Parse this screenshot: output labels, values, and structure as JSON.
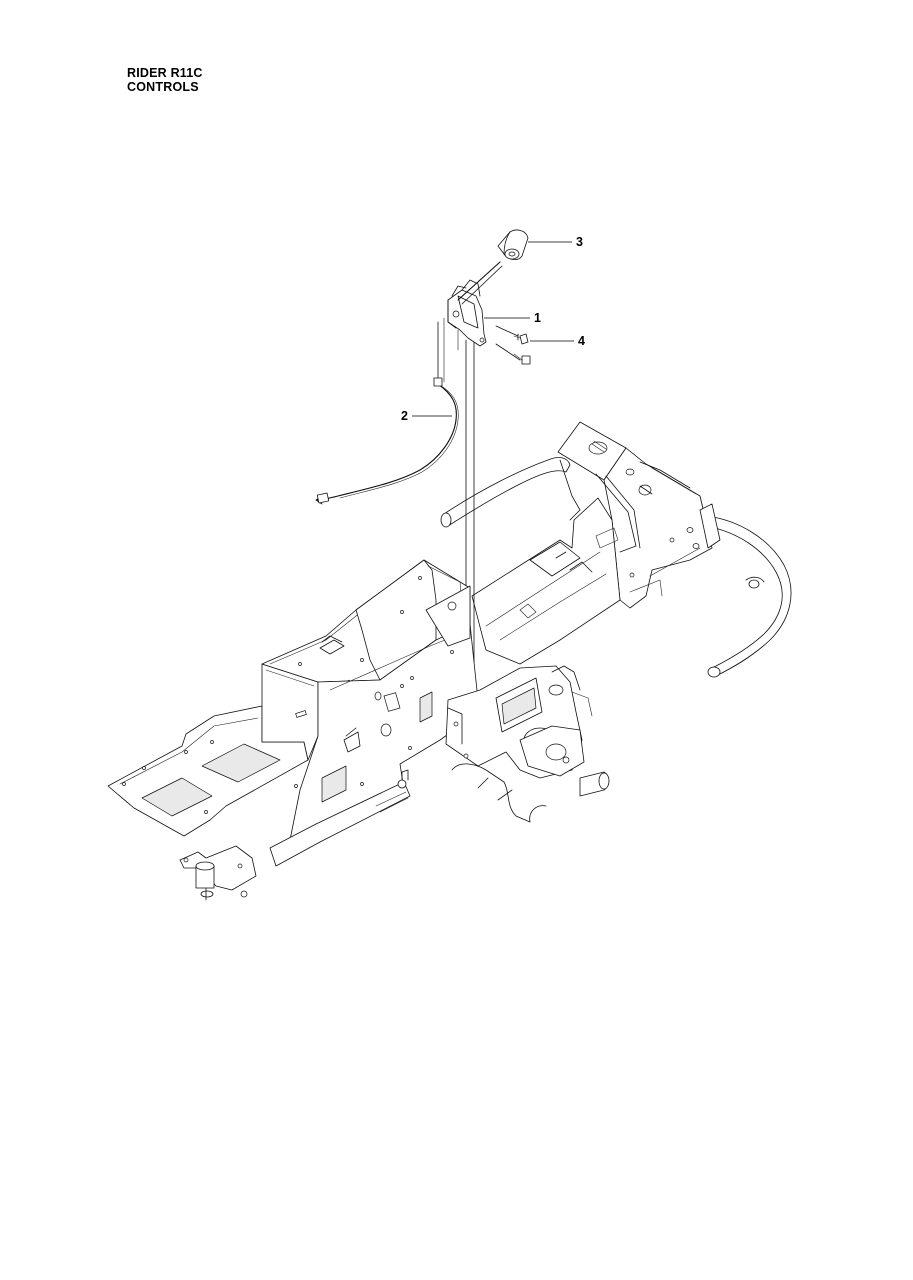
{
  "header": {
    "model": "RIDER R11C",
    "section": "CONTROLS"
  },
  "callouts": [
    {
      "id": "1",
      "label": "1",
      "part": "control-bracket"
    },
    {
      "id": "2",
      "label": "2",
      "part": "throttle-cable"
    },
    {
      "id": "3",
      "label": "3",
      "part": "control-knob"
    },
    {
      "id": "4",
      "label": "4",
      "part": "screw"
    }
  ]
}
